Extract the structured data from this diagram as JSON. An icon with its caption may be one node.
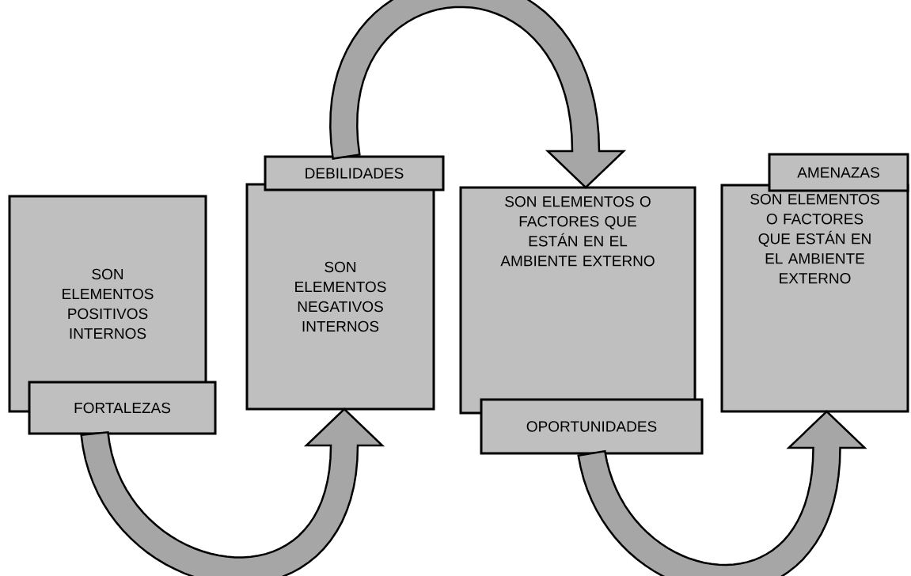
{
  "diagram": {
    "nodes": [
      {
        "text": [
          "SON ELEMENTOS POSITIVOS INTERNOS"
        ]
      },
      {
        "text": [
          "FORTALEZAS"
        ]
      },
      {
        "text": [
          "DEBILIDADES"
        ]
      },
      {
        "text": [
          "SON ELEMENTOS NEGATIVOS INTERNOS"
        ]
      },
      {
        "text": [
          "SON ELEMENTOS O FACTORES QUE ESTÁN EN EL AMBIENTE EXTERNO"
        ]
      },
      {
        "text": [
          "OPORTUNIDADES"
        ]
      },
      {
        "text": [
          "AMENAZAS"
        ]
      },
      {
        "text": [
          "SON ELEMENTOS O FACTORES QUE ESTÁN EN EL AMBIENTE EXTERNO"
        ]
      }
    ],
    "edges": [
      {
        "from": 1,
        "to": 3,
        "arrow": "to",
        "color": "#a6a6a6"
      },
      {
        "from": 2,
        "to": 4,
        "arrow": "to",
        "color": "#a6a6a6"
      },
      {
        "from": 5,
        "to": 7,
        "arrow": "to",
        "color": "#a6a6a6"
      }
    ]
  }
}
